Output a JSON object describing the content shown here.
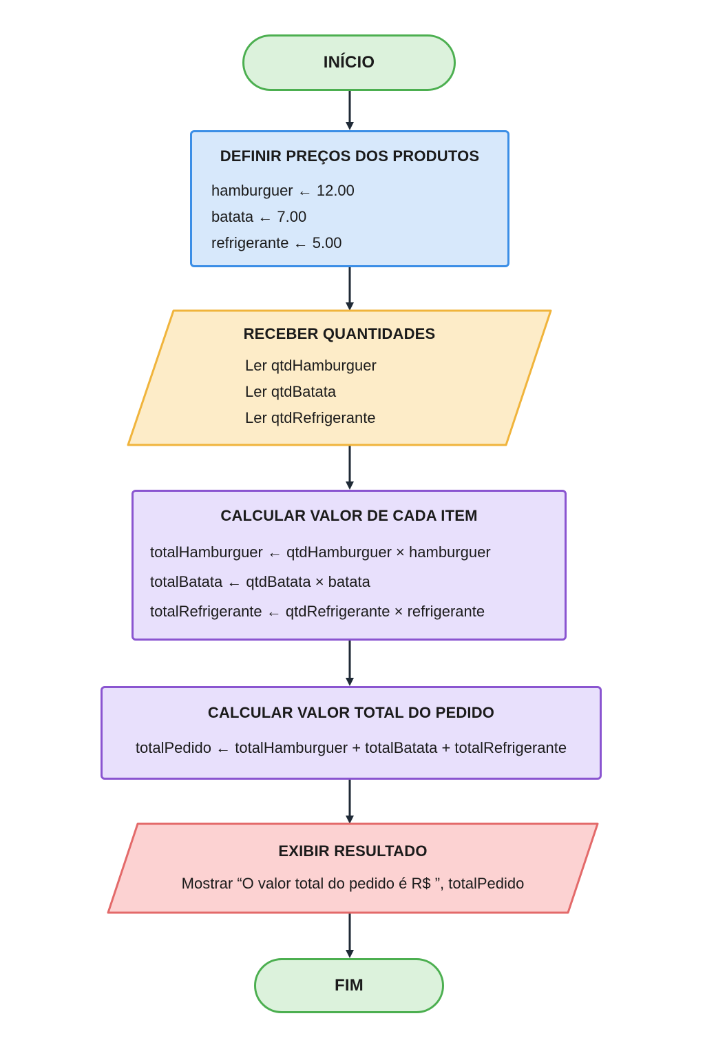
{
  "flow": {
    "start": {
      "label": "INÍCIO"
    },
    "define_prices": {
      "title": "DEFINIR PREÇOS DOS PRODUTOS",
      "lines": [
        "hamburguer ← 12.00",
        "batata ← 7.00",
        "refrigerante ← 5.00"
      ]
    },
    "read_quantities": {
      "title": "RECEBER QUANTIDADES",
      "lines": [
        "Ler qtdHamburguer",
        "Ler qtdBatata",
        "Ler qtdRefrigerante"
      ]
    },
    "calc_items": {
      "title": "CALCULAR VALOR DE CADA ITEM",
      "lines": [
        "totalHamburguer ← qtdHamburguer × hamburguer",
        "totalBatata ← qtdBatata × batata",
        "totalRefrigerante ← qtdRefrigerante × refrigerante"
      ]
    },
    "calc_total": {
      "title": "CALCULAR VALOR TOTAL DO PEDIDO",
      "lines": [
        "totalPedido ← totalHamburguer + totalBatata + totalRefrigerante"
      ]
    },
    "show_result": {
      "title": "EXIBIR RESULTADO",
      "lines": [
        "Mostrar “O valor total do pedido é R$ ”, totalPedido"
      ]
    },
    "end": {
      "label": "FIM"
    }
  },
  "colors": {
    "terminal_fill": "#dcf2dc",
    "terminal_border": "#4caf50",
    "process_fill": "#d7e8fb",
    "process_border": "#3b8ee6",
    "input_fill": "#fdecc8",
    "input_border": "#f0b43c",
    "calc_fill": "#e8e0fc",
    "calc_border": "#8a55d0",
    "output_fill": "#fcd2d2",
    "output_border": "#e36a6a",
    "arrow": "#1f2a36"
  }
}
